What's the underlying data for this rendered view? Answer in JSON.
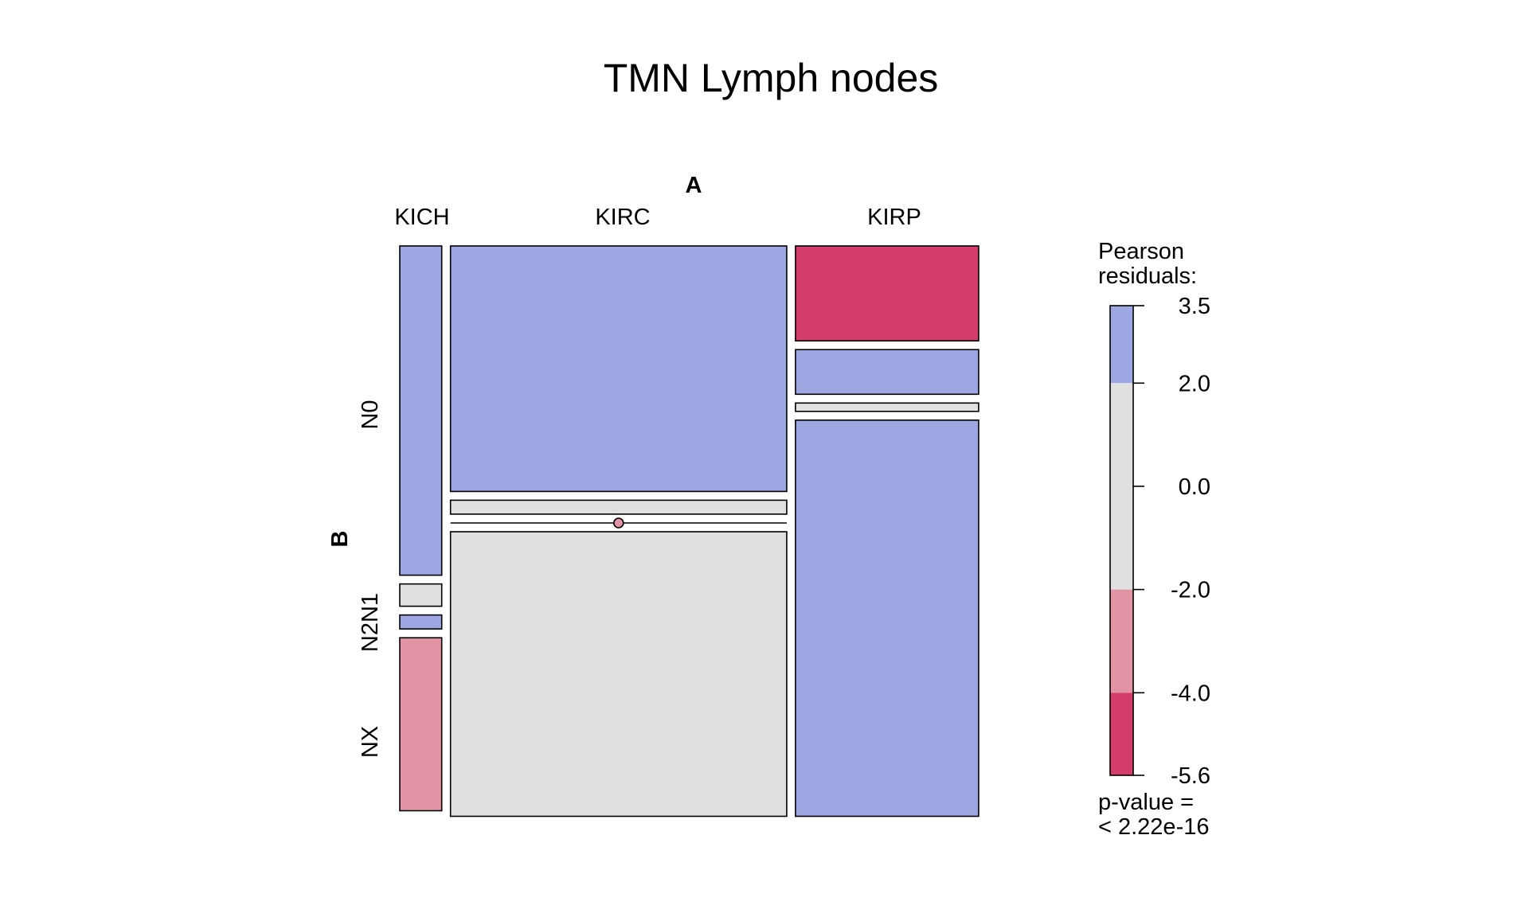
{
  "chart_data": {
    "type": "mosaic",
    "title": "TMN Lymph nodes",
    "x_variable": "A",
    "y_variable": "B",
    "x_categories": [
      "KICH",
      "KIRC",
      "KIRP"
    ],
    "y_tick_labels": [
      "N0",
      "N2N1",
      "NX"
    ],
    "column_widths": [
      0.074,
      0.593,
      0.323
    ],
    "cells": [
      {
        "x": "KICH",
        "segments": [
          {
            "row": "N0",
            "fraction": 0.59,
            "residual_band": "2.0 to 3.5"
          },
          {
            "row": "N1",
            "fraction": 0.04,
            "residual_band": "-2.0 to 2.0"
          },
          {
            "row": "N2",
            "fraction": 0.025,
            "residual_band": "2.0 to 3.5"
          },
          {
            "row": "NX",
            "fraction": 0.31,
            "residual_band": "-4.0 to -2.0"
          }
        ]
      },
      {
        "x": "KIRC",
        "segments": [
          {
            "row": "N0",
            "fraction": 0.44,
            "residual_band": "2.0 to 3.5"
          },
          {
            "row": "N1",
            "fraction": 0.025,
            "residual_band": "-2.0 to 2.0"
          },
          {
            "row": "N2",
            "fraction": 0.0,
            "residual_band": "-2.0 to 2.0"
          },
          {
            "row": "NX",
            "fraction": 0.51,
            "residual_band": "-2.0 to 2.0"
          }
        ]
      },
      {
        "x": "KIRP",
        "segments": [
          {
            "row": "N0",
            "fraction": 0.17,
            "residual_band": "< -4.0"
          },
          {
            "row": "N1",
            "fraction": 0.08,
            "residual_band": "2.0 to 3.5"
          },
          {
            "row": "N2",
            "fraction": 0.015,
            "residual_band": "-2.0 to 2.0"
          },
          {
            "row": "NX",
            "fraction": 0.71,
            "residual_band": "2.0 to 3.5"
          }
        ]
      }
    ],
    "legend": {
      "title_lines": [
        "Pearson",
        "residuals:"
      ],
      "ticks": [
        "3.5",
        "2.0",
        "0.0",
        "-2.0",
        "-4.0",
        "-5.6"
      ],
      "range": [
        -5.6,
        3.5
      ],
      "bands": [
        {
          "from": 2.0,
          "to": 3.5,
          "color": "#9DA8E2"
        },
        {
          "from": -2.0,
          "to": 2.0,
          "color": "#E0E0E0"
        },
        {
          "from": -4.0,
          "to": -2.0,
          "color": "#E294A4"
        },
        {
          "from": -5.6,
          "to": -4.0,
          "color": "#D33F6A"
        }
      ],
      "pvalue_lines": [
        "p-value =",
        "< 2.22e-16"
      ]
    },
    "colors": {
      "positive": "#9DA8E2",
      "neutral": "#E0E0E0",
      "negative_mid": "#E294A4",
      "negative_strong": "#D33F6A",
      "zero_cell_marker": "#E294A4"
    }
  }
}
